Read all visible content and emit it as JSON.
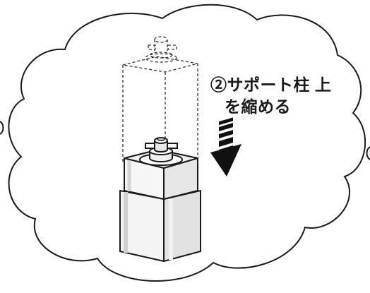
{
  "illustration": {
    "instruction_line1": "②サポート柱 上",
    "instruction_line2": "を縮める"
  },
  "colors": {
    "stroke": "#1a1a1a",
    "dashed": "#333333",
    "arrow": "#111111",
    "post_top": "#e6e6e6",
    "post_side": "#f2f2f2",
    "post_shade": "#d2d2d2"
  },
  "icons": {
    "direction": "down-arrow-icon",
    "outline": "cloud-outline"
  }
}
